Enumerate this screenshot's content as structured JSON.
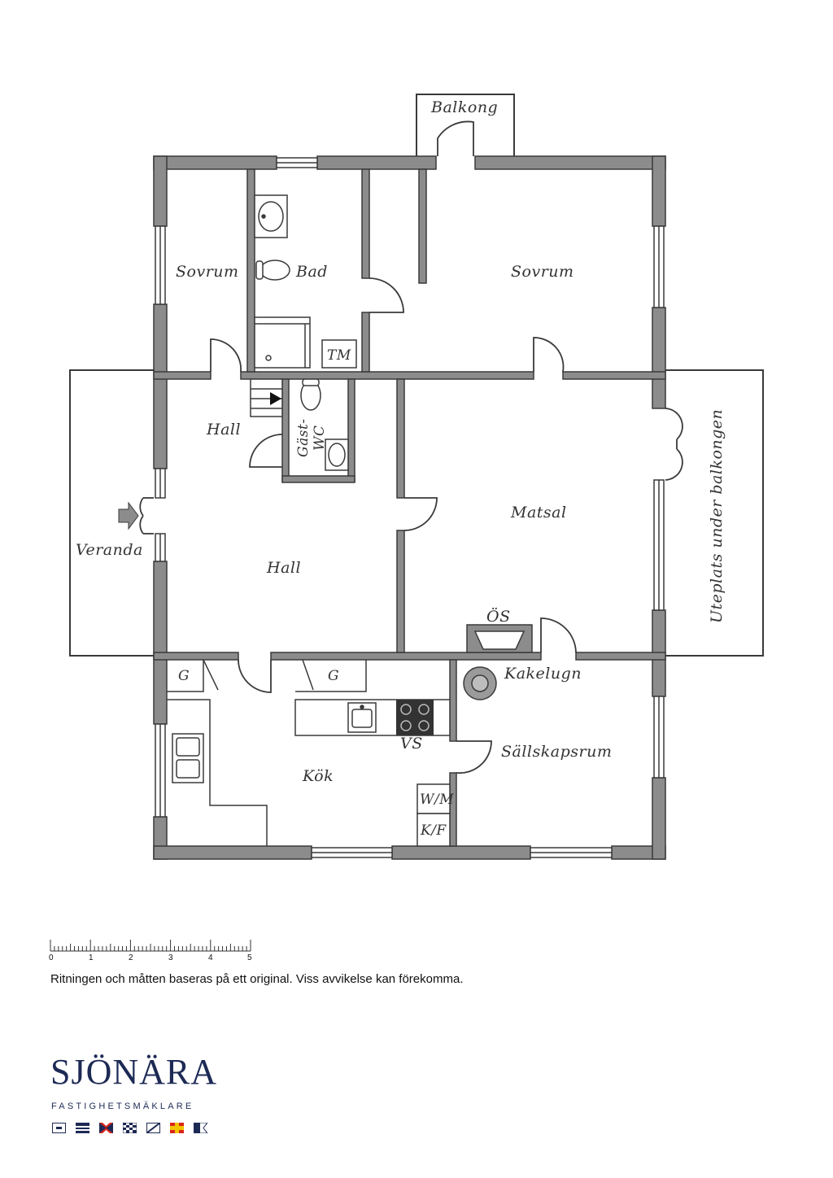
{
  "rooms": {
    "balkong": "Balkong",
    "sovrum_left": "Sovrum",
    "bad": "Bad",
    "sovrum_right": "Sovrum",
    "tm": "TM",
    "hall_small": "Hall",
    "gast_wc_1": "Gäst-",
    "gast_wc_2": "WC",
    "veranda": "Veranda",
    "hall_main": "Hall",
    "matsal": "Matsal",
    "uteplats": "Uteplats under balkongen",
    "os": "ÖS",
    "kakelugn": "Kakelugn",
    "g_left": "G",
    "g_right": "G",
    "vs": "VS",
    "sallskapsrum": "Sällskapsrum",
    "kok": "Kök",
    "wm": "W/M",
    "kf": "K/F"
  },
  "scale": {
    "ticks": [
      "0",
      "1",
      "2",
      "3",
      "4",
      "5"
    ]
  },
  "footnote": "Ritningen och måtten baseras på ett original. Viss avvikelse kan förekomma.",
  "brand": {
    "name": "SJÖNÄRA",
    "subtitle": "FASTIGHETSMÄKLARE"
  },
  "colors": {
    "wall": "#8c8c8c",
    "line": "#3a3a3a",
    "brand": "#1d2a55",
    "flag_red": "#d9251c",
    "flag_yellow": "#f2c500"
  }
}
